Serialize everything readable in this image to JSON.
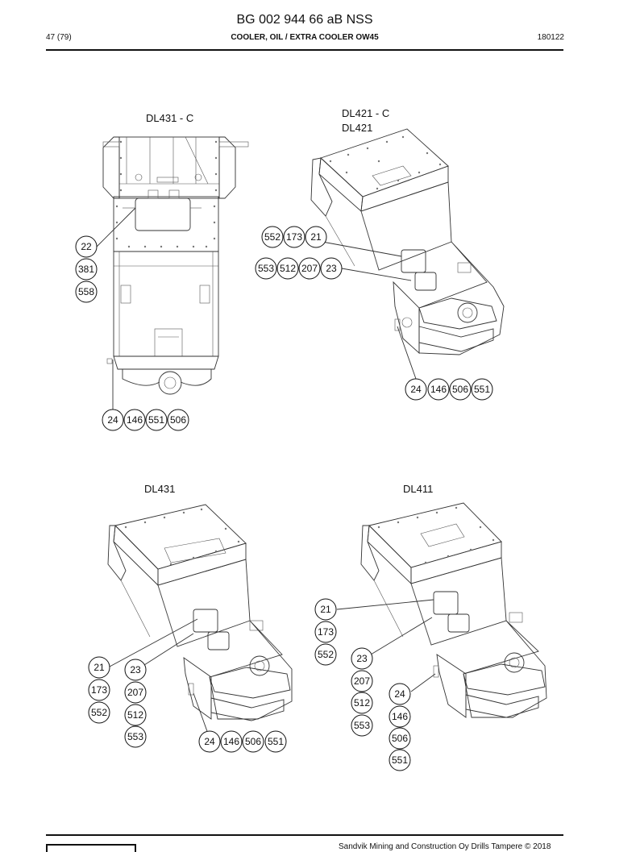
{
  "header": {
    "title": "BG 002 944 66 aB NSS",
    "page": "47 (79)",
    "subtitle": "COOLER, OIL / EXTRA COOLER OW45",
    "date": "180122"
  },
  "views": [
    {
      "label": "DL431 - C"
    },
    {
      "label": "DL421 - C",
      "label2": "DL421"
    },
    {
      "label": "DL431"
    },
    {
      "label": "DL411"
    }
  ],
  "callouts": {
    "v1_left": [
      "22",
      "381",
      "558"
    ],
    "v1_bottom": [
      "24",
      "146",
      "551",
      "506"
    ],
    "v2_top": [
      "552",
      "173",
      "21"
    ],
    "v2_mid": [
      "553",
      "512",
      "207",
      "23"
    ],
    "v2_bottom": [
      "24",
      "146",
      "506",
      "551"
    ],
    "v3_a": [
      "21",
      "173",
      "552"
    ],
    "v3_b": [
      "23",
      "207",
      "512",
      "553"
    ],
    "v3_bottom": [
      "24",
      "146",
      "506",
      "551"
    ],
    "v4_a": [
      "21",
      "173",
      "552"
    ],
    "v4_b": [
      "23",
      "207",
      "512",
      "553"
    ],
    "v4_c": [
      "24",
      "146",
      "506",
      "551"
    ]
  },
  "footer": {
    "text": "Sandvik Mining and Construction Oy Drills Tampere © 2018"
  }
}
